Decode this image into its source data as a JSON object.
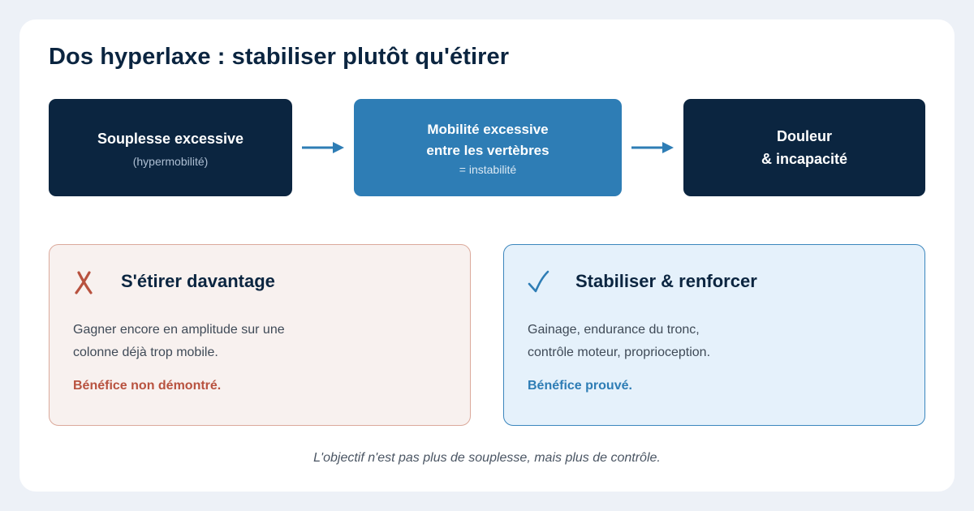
{
  "title": "Dos hyperlaxe : stabiliser plutôt qu'étirer",
  "flow": [
    {
      "lines": [
        "Souplesse excessive"
      ],
      "sub": "(hypermobilité)"
    },
    {
      "lines": [
        "Mobilité excessive",
        "entre les vertèbres"
      ],
      "sub": "= instabilité"
    },
    {
      "lines": [
        "Douleur",
        "& incapacité"
      ],
      "sub": ""
    }
  ],
  "panels": {
    "bad": {
      "icon": "cross-icon",
      "heading": "S'étirer davantage",
      "body": [
        "Gagner encore en amplitude sur une",
        "colonne déjà trop mobile."
      ],
      "verdict": "Bénéfice non démontré."
    },
    "good": {
      "icon": "check-icon",
      "heading": "Stabiliser & renforcer",
      "body": [
        "Gainage, endurance du tronc,",
        "contrôle moteur, proprioception."
      ],
      "verdict": "Bénéfice prouvé."
    }
  },
  "footer": "L'objectif n'est pas plus de souplesse, mais plus de contrôle.",
  "colors": {
    "navy": "#0b2540",
    "blue": "#2e7db5",
    "red": "#b8523f",
    "background": "#edf1f7"
  }
}
